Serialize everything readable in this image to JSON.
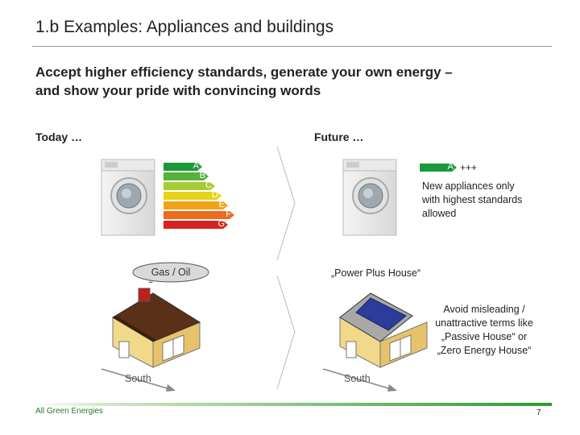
{
  "title": "1.b Examples: Appliances and buildings",
  "subtitle": {
    "line1": "Accept higher efficiency standards, generate your own energy –",
    "line2": "and show your pride with convincing words"
  },
  "today_label": "Today …",
  "future_label": "Future …",
  "energy_label": {
    "classes": [
      "A",
      "B",
      "C",
      "D",
      "E",
      "F",
      "G"
    ],
    "colors": [
      "#1a9a3a",
      "#55b33a",
      "#a6cc33",
      "#e6d21a",
      "#f2a219",
      "#ec6b1d",
      "#d7231f"
    ],
    "future_class": "A",
    "future_suffix": "+++"
  },
  "new_appliances_text": {
    "line1": "New appliances only",
    "line2": "with highest standards",
    "line3": "allowed"
  },
  "gas_oil_label": "Gas / Oil",
  "power_plus_label": "„Power Plus House“",
  "avoid_text": {
    "line1": "Avoid misleading /",
    "line2": "unattractive terms like",
    "line3": "„Passive House“ or",
    "line4": "„Zero Energy House“"
  },
  "south_left": "South",
  "south_right": "South",
  "footer_brand": "All Green Energies",
  "page_number": "7"
}
